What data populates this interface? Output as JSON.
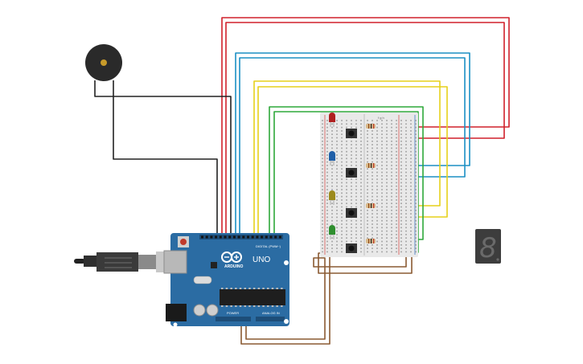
{
  "arduino": {
    "brand": "ARDUINO",
    "model": "UNO",
    "digital_label": "DIGITAL (PWM~)",
    "power_label": "POWER",
    "analog_label": "ANALOG IN",
    "colors": {
      "board": "#2b6ca3",
      "dark": "#1d4d78"
    }
  },
  "usb_cable": {
    "colors": {
      "plug": "#3a3a3a",
      "metal": "#c8c8c8"
    }
  },
  "buzzer": {
    "colors": {
      "body": "#2a2a2a",
      "center": "#c79a2a"
    }
  },
  "breadboard": {
    "column_letters_top": "f g h",
    "colors": {
      "board": "#e9e9e9",
      "hole": "#9a9a9a",
      "rail_red": "#d9534f",
      "rail_blue": "#3b78c4"
    }
  },
  "leds": [
    {
      "name": "red",
      "color": "#b02020"
    },
    {
      "name": "blue",
      "color": "#1f5fa8"
    },
    {
      "name": "yellow",
      "color": "#9c8a1c"
    },
    {
      "name": "green",
      "color": "#2f8f2f"
    }
  ],
  "seven_segment": {
    "digit": "8",
    "colors": {
      "body": "#3d3d3d",
      "segment_off": "#6a6a6a"
    }
  },
  "wires": {
    "colors": {
      "red": "#d0212b",
      "blue": "#1b8fc4",
      "yellow": "#e6d11a",
      "green": "#2ea83a",
      "brown": "#8a5a32",
      "black": "#222222"
    }
  }
}
